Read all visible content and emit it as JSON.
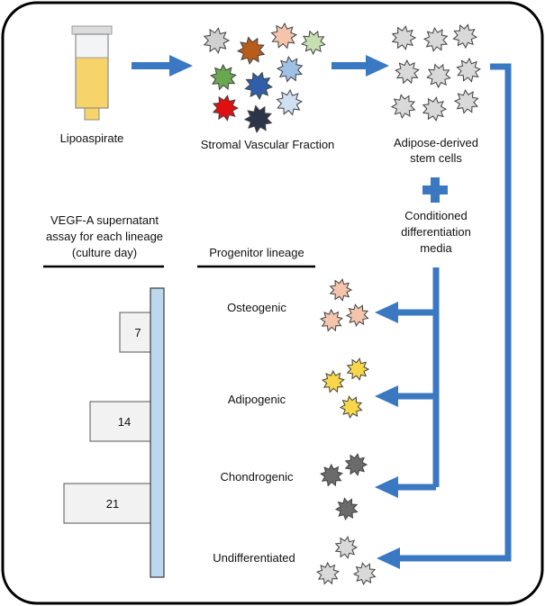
{
  "labels": {
    "lipoaspirate": "Lipoaspirate",
    "svf": "Stromal Vascular Fraction",
    "adsc_line1": "Adipose-derived",
    "adsc_line2": "stem cells",
    "media_line1": "Conditioned",
    "media_line2": "differentiation",
    "media_line3": "media",
    "vegf_line1": "VEGF-A supernatant",
    "vegf_line2": "assay for each lineage",
    "vegf_line3": "(culture day)",
    "progenitor_heading": "Progenitor lineage"
  },
  "lineages": [
    {
      "name": "Osteogenic",
      "day": "7",
      "color": "#f4c4ad"
    },
    {
      "name": "Adipogenic",
      "day": "14",
      "color": "#f7d64a"
    },
    {
      "name": "Chondrogenic",
      "day": "21",
      "color": "#6b6b6b"
    },
    {
      "name": "Undifferentiated",
      "day": "",
      "color": "#d9d9d9"
    }
  ],
  "svf_cell_colors": [
    "#d0d0d0",
    "#b85c1c",
    "#f4c4ad",
    "#c5dfb0",
    "#6aa84f",
    "#2e5fa8",
    "#9fc1e6",
    "#e01010",
    "#2c3547",
    "#cfe0f2"
  ],
  "colors": {
    "arrow": "#3a78c2",
    "vessel_fill": "#f7d469",
    "bar_fill": "#bdd7ee",
    "box_fill": "#f2f2f2",
    "frame": "#000000"
  }
}
